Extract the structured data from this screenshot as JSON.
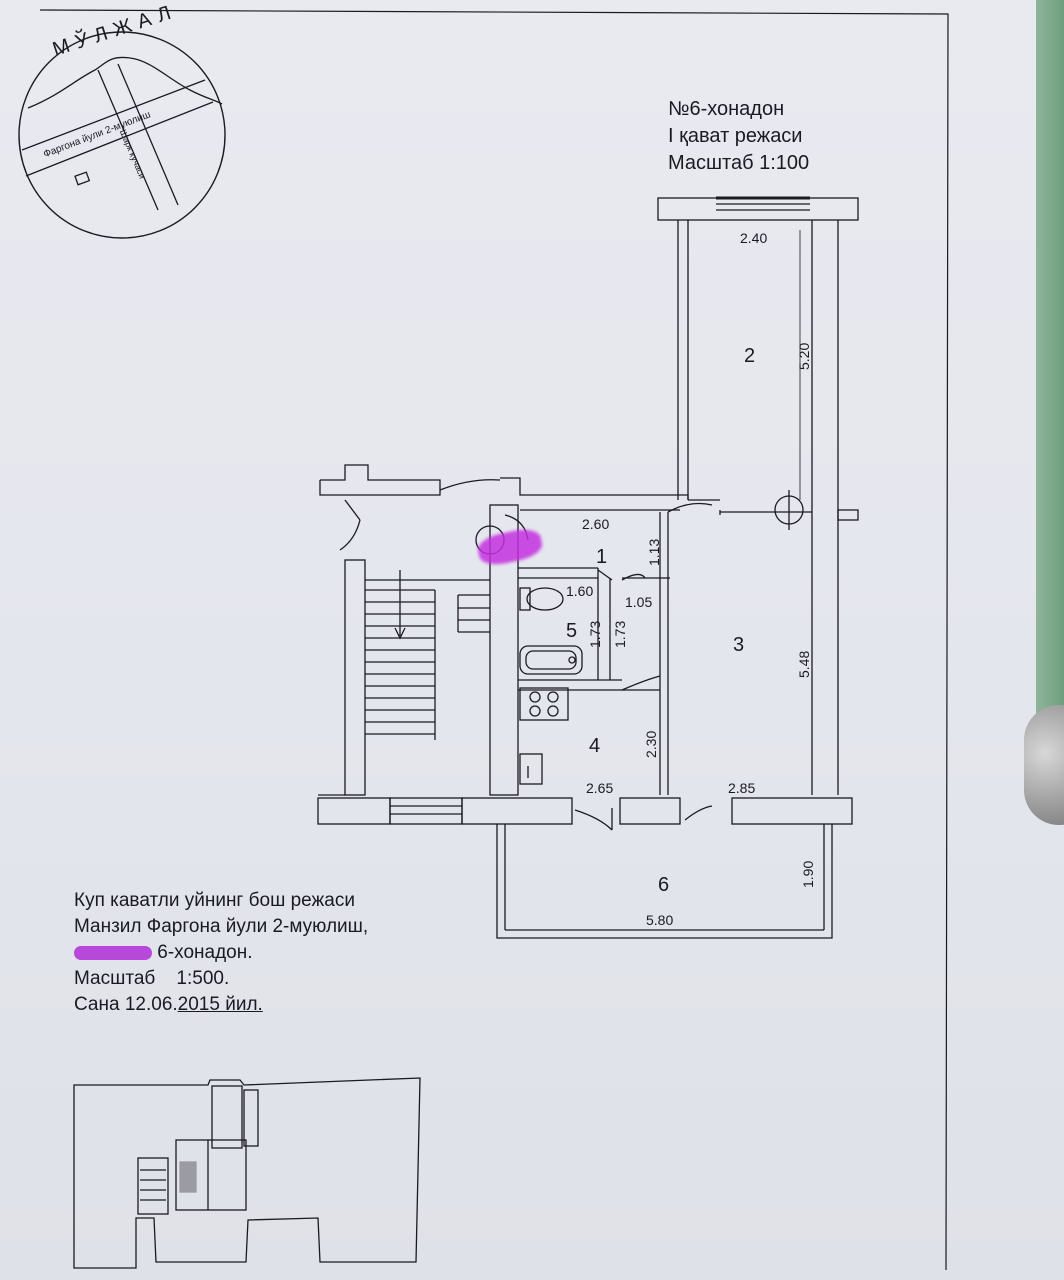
{
  "orientation": {
    "title": "МЎЛЖАЛ",
    "street_1": "Фаргона йули 2-муюлиш",
    "street_2": "Шарк кучаси"
  },
  "title_block": {
    "apartment": "№6-хонадон",
    "floor_plan": "I қават режаси",
    "scale": "Масштаб 1:100"
  },
  "dimensions": {
    "room2_width": "2.40",
    "room2_length": "5.20",
    "room1_width": "2.60",
    "room1_length": "1.13",
    "wc_width": "1.60",
    "wc_length": "1.73",
    "bath_length": "1.73",
    "corridor_width": "1.05",
    "room3_length": "5.48",
    "room4_length": "2.30",
    "room4_width": "2.65",
    "room3_width": "2.85",
    "balcony_width": "5.80",
    "balcony_length": "1.90"
  },
  "rooms": {
    "r1": "1",
    "r2": "2",
    "r3": "3",
    "r4": "4",
    "r5": "5",
    "r6": "6"
  },
  "address_block": {
    "line1": "Куп каватли уйнинг бош режаси",
    "line2": "Манзил Фаргона йули 2-муюлиш,",
    "line3": "6-хонадон.",
    "line4_label": "Масштаб",
    "line4_value": "1:500.",
    "line5_prefix": "Сана 12.06.",
    "line5_date": "2015 йил."
  },
  "colors": {
    "ink": "#1a1a22",
    "paper": "#e6e8ee",
    "redaction": "#c430e0"
  }
}
